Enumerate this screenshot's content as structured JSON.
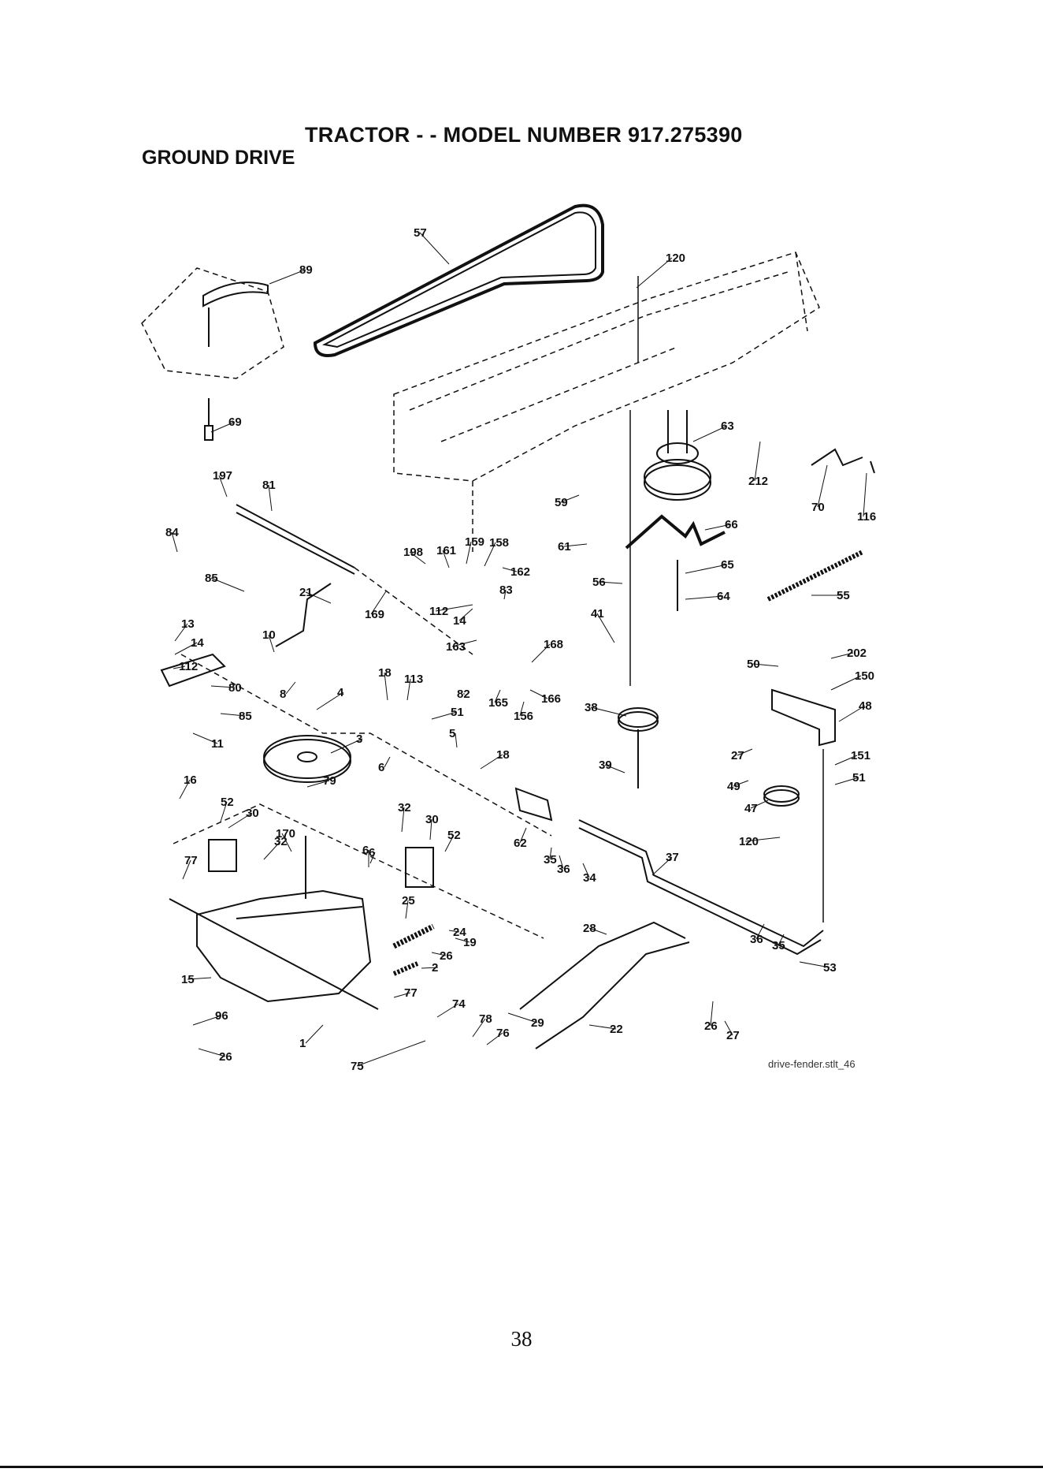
{
  "header": {
    "title": "TRACTOR - - MODEL NUMBER  917.275390",
    "subtitle": "GROUND DRIVE"
  },
  "figure": {
    "credit": "drive-fender.stlt_46"
  },
  "page_number": "38",
  "parts": [
    {
      "num": "57"
    },
    {
      "num": "120"
    },
    {
      "num": "89"
    },
    {
      "num": "69"
    },
    {
      "num": "63"
    },
    {
      "num": "212"
    },
    {
      "num": "70"
    },
    {
      "num": "116"
    },
    {
      "num": "197"
    },
    {
      "num": "81"
    },
    {
      "num": "59"
    },
    {
      "num": "84"
    },
    {
      "num": "198"
    },
    {
      "num": "161"
    },
    {
      "num": "159"
    },
    {
      "num": "158"
    },
    {
      "num": "61"
    },
    {
      "num": "66"
    },
    {
      "num": "162"
    },
    {
      "num": "56"
    },
    {
      "num": "65"
    },
    {
      "num": "85"
    },
    {
      "num": "21"
    },
    {
      "num": "169"
    },
    {
      "num": "112"
    },
    {
      "num": "83"
    },
    {
      "num": "14"
    },
    {
      "num": "64"
    },
    {
      "num": "55"
    },
    {
      "num": "13"
    },
    {
      "num": "14"
    },
    {
      "num": "10"
    },
    {
      "num": "41"
    },
    {
      "num": "112"
    },
    {
      "num": "163"
    },
    {
      "num": "168"
    },
    {
      "num": "202"
    },
    {
      "num": "50"
    },
    {
      "num": "150"
    },
    {
      "num": "80"
    },
    {
      "num": "8"
    },
    {
      "num": "18"
    },
    {
      "num": "113"
    },
    {
      "num": "4"
    },
    {
      "num": "82"
    },
    {
      "num": "85"
    },
    {
      "num": "51"
    },
    {
      "num": "165"
    },
    {
      "num": "166"
    },
    {
      "num": "38"
    },
    {
      "num": "48"
    },
    {
      "num": "3"
    },
    {
      "num": "156"
    },
    {
      "num": "11"
    },
    {
      "num": "5"
    },
    {
      "num": "18"
    },
    {
      "num": "27"
    },
    {
      "num": "151"
    },
    {
      "num": "6"
    },
    {
      "num": "39"
    },
    {
      "num": "51"
    },
    {
      "num": "79"
    },
    {
      "num": "16"
    },
    {
      "num": "49"
    },
    {
      "num": "52"
    },
    {
      "num": "32"
    },
    {
      "num": "47"
    },
    {
      "num": "30"
    },
    {
      "num": "30"
    },
    {
      "num": "6"
    },
    {
      "num": "32"
    },
    {
      "num": "170"
    },
    {
      "num": "62"
    },
    {
      "num": "52"
    },
    {
      "num": "120"
    },
    {
      "num": "77"
    },
    {
      "num": "6"
    },
    {
      "num": "35"
    },
    {
      "num": "37"
    },
    {
      "num": "36"
    },
    {
      "num": "34"
    },
    {
      "num": "25"
    },
    {
      "num": "24"
    },
    {
      "num": "28"
    },
    {
      "num": "36"
    },
    {
      "num": "19"
    },
    {
      "num": "35"
    },
    {
      "num": "26"
    },
    {
      "num": "53"
    },
    {
      "num": "2"
    },
    {
      "num": "15"
    },
    {
      "num": "77"
    },
    {
      "num": "74"
    },
    {
      "num": "96"
    },
    {
      "num": "29"
    },
    {
      "num": "78"
    },
    {
      "num": "76"
    },
    {
      "num": "22"
    },
    {
      "num": "1"
    },
    {
      "num": "26"
    },
    {
      "num": "27"
    },
    {
      "num": "26"
    },
    {
      "num": "75"
    }
  ]
}
